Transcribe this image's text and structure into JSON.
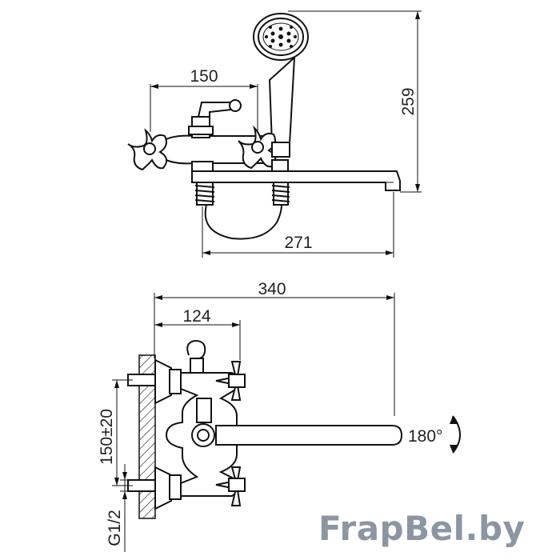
{
  "drawing": {
    "dimensions": {
      "handle_spacing": "150",
      "height": "259",
      "spout_length": "271",
      "overall_length": "340",
      "wall_offset": "124",
      "inlet_spacing": "150±20",
      "thread": "G1/2",
      "rotation": "180°"
    }
  },
  "brand": {
    "watermark": "FrapBel.by"
  }
}
